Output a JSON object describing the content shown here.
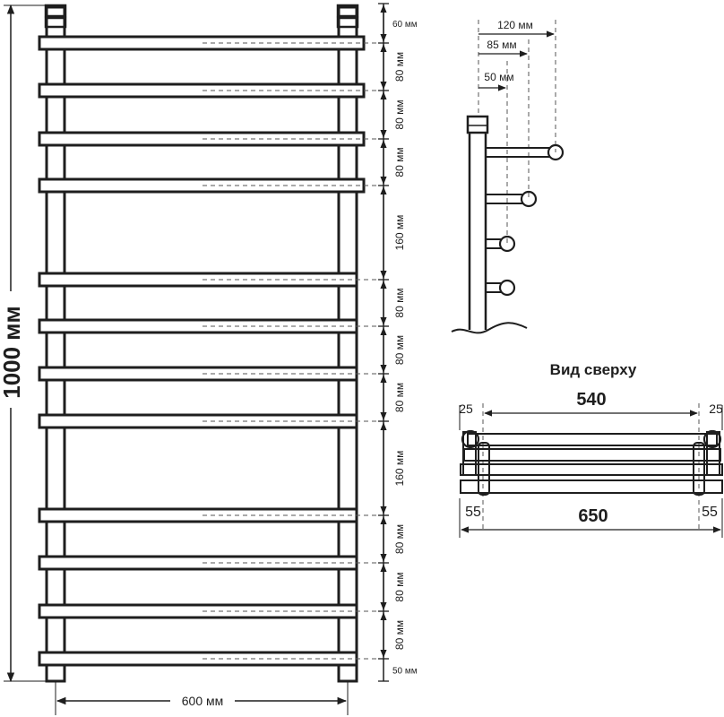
{
  "front_view": {
    "height_label": "1000 мм",
    "width_label": "600 мм",
    "spacing_labels": [
      "60 мм",
      "80 мм",
      "80 мм",
      "80 мм",
      "160 мм",
      "80 мм",
      "80 мм",
      "80 мм",
      "160 мм",
      "80 мм",
      "80 мм",
      "80 мм",
      "50 мм"
    ]
  },
  "side_view": {
    "offset_labels": [
      "120 мм",
      "85 мм",
      "50 мм"
    ]
  },
  "top_view": {
    "title": "Вид сверху",
    "inner_width_label": "540",
    "outer_width_label": "650",
    "left_top_label": "25",
    "right_top_label": "25",
    "left_bottom_label": "55",
    "right_bottom_label": "55"
  }
}
